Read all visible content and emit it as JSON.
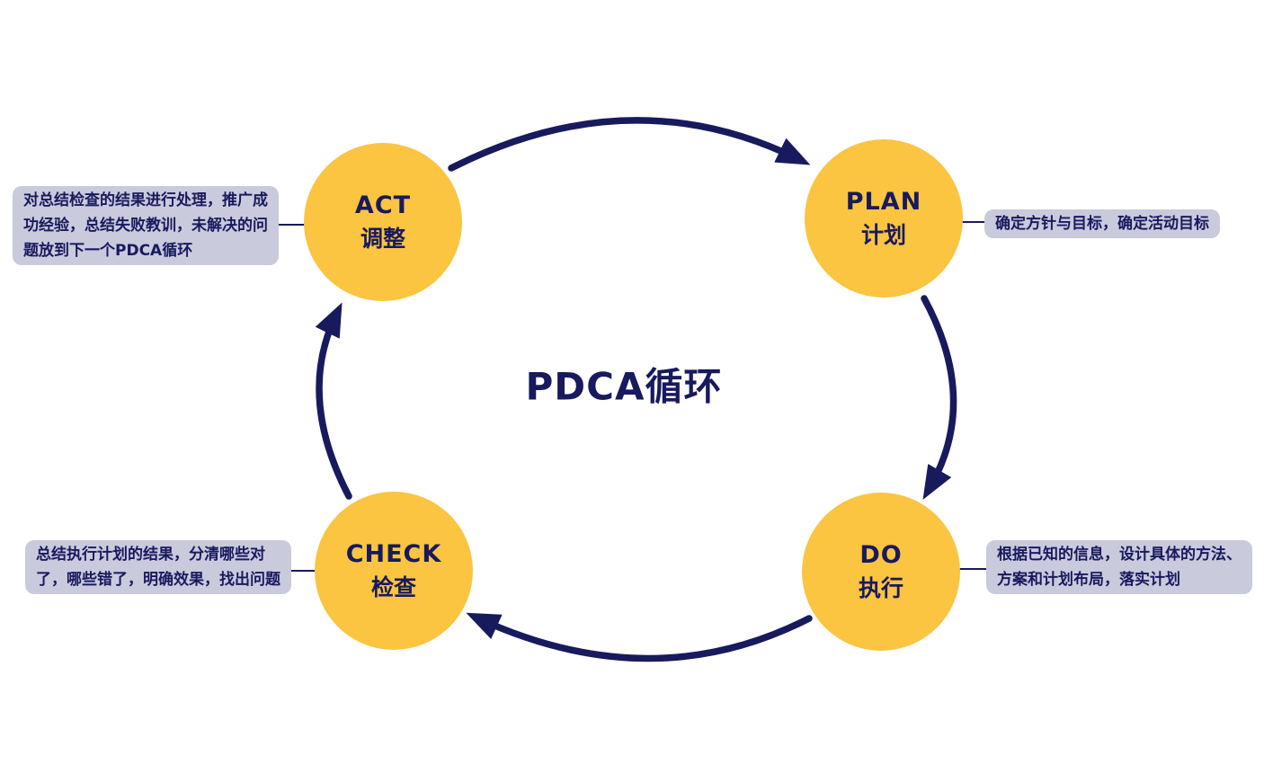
{
  "title": "PDCA循环",
  "colors": {
    "node_fill": "#FBC441",
    "line": "#181A5E",
    "label_bg": "#C9CADC",
    "background": "#FFFFFF"
  },
  "nodes": [
    {
      "id": "act",
      "en": "ACT",
      "zh": "调整",
      "description": "对总结检查的结果进行处理，推广成\n功经验，总结失败教训，未解决的问\n题放到下一个PDCA循环"
    },
    {
      "id": "plan",
      "en": "PLAN",
      "zh": "计划",
      "description": "确定方针与目标，确定活动目标"
    },
    {
      "id": "do",
      "en": "DO",
      "zh": "执行",
      "description": "根据已知的信息，设计具体的方法、\n方案和计划布局，落实计划"
    },
    {
      "id": "check",
      "en": "CHECK",
      "zh": "检查",
      "description": "总结执行计划的结果，分清哪些对\n了，哪些错了，明确效果，找出问题"
    }
  ],
  "flow": "ACT → PLAN → DO → CHECK → ACT (clockwise cycle)"
}
